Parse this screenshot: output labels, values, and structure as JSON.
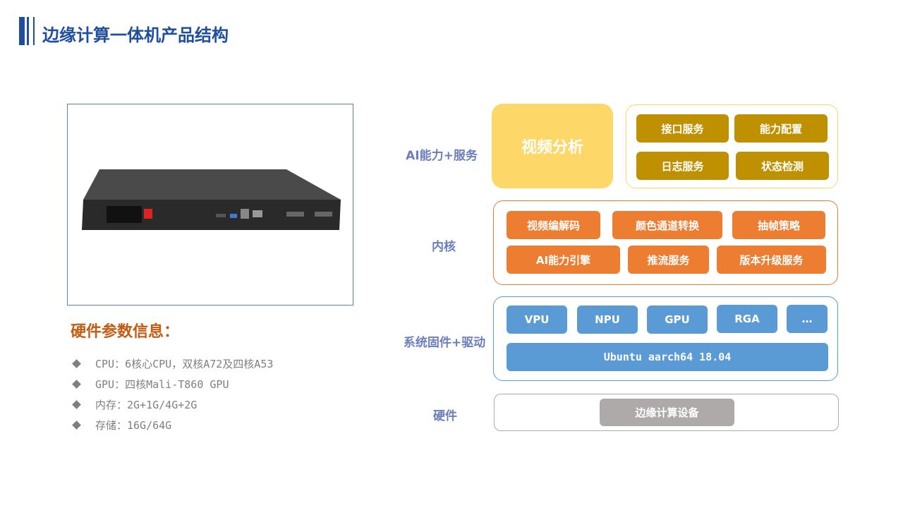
{
  "header": {
    "title": "边缘计算一体机产品结构"
  },
  "hardware": {
    "title": "硬件参数信息：",
    "specs": [
      "CPU：6核心CPU，双核A72及四核A53",
      "GPU：四核Mali-T860 GPU",
      "内存：2G+1G/4G+2G",
      "存储：16G/64G"
    ]
  },
  "layers": {
    "ai": {
      "label": "AI能力+服务",
      "main": "视频分析",
      "items": [
        "接口服务",
        "能力配置",
        "日志服务",
        "状态检测"
      ]
    },
    "kernel": {
      "label": "内核",
      "items": [
        "视频编解码",
        "颜色通道转换",
        "抽帧策略",
        "AI能力引擎",
        "推流服务",
        "版本升级服务"
      ]
    },
    "system": {
      "label": "系统固件+驱动",
      "items": [
        "VPU",
        "NPU",
        "GPU",
        "RGA",
        "…"
      ],
      "os": "Ubuntu aarch64 18.04"
    },
    "hw": {
      "label": "硬件",
      "item": "边缘计算设备"
    }
  },
  "colors": {
    "title": "#1F4E9E",
    "gold": "#BF9000",
    "light_gold": "#FDD868",
    "orange": "#ED7D31",
    "blue": "#5B9BD5",
    "gray": "#AEAAAA"
  }
}
